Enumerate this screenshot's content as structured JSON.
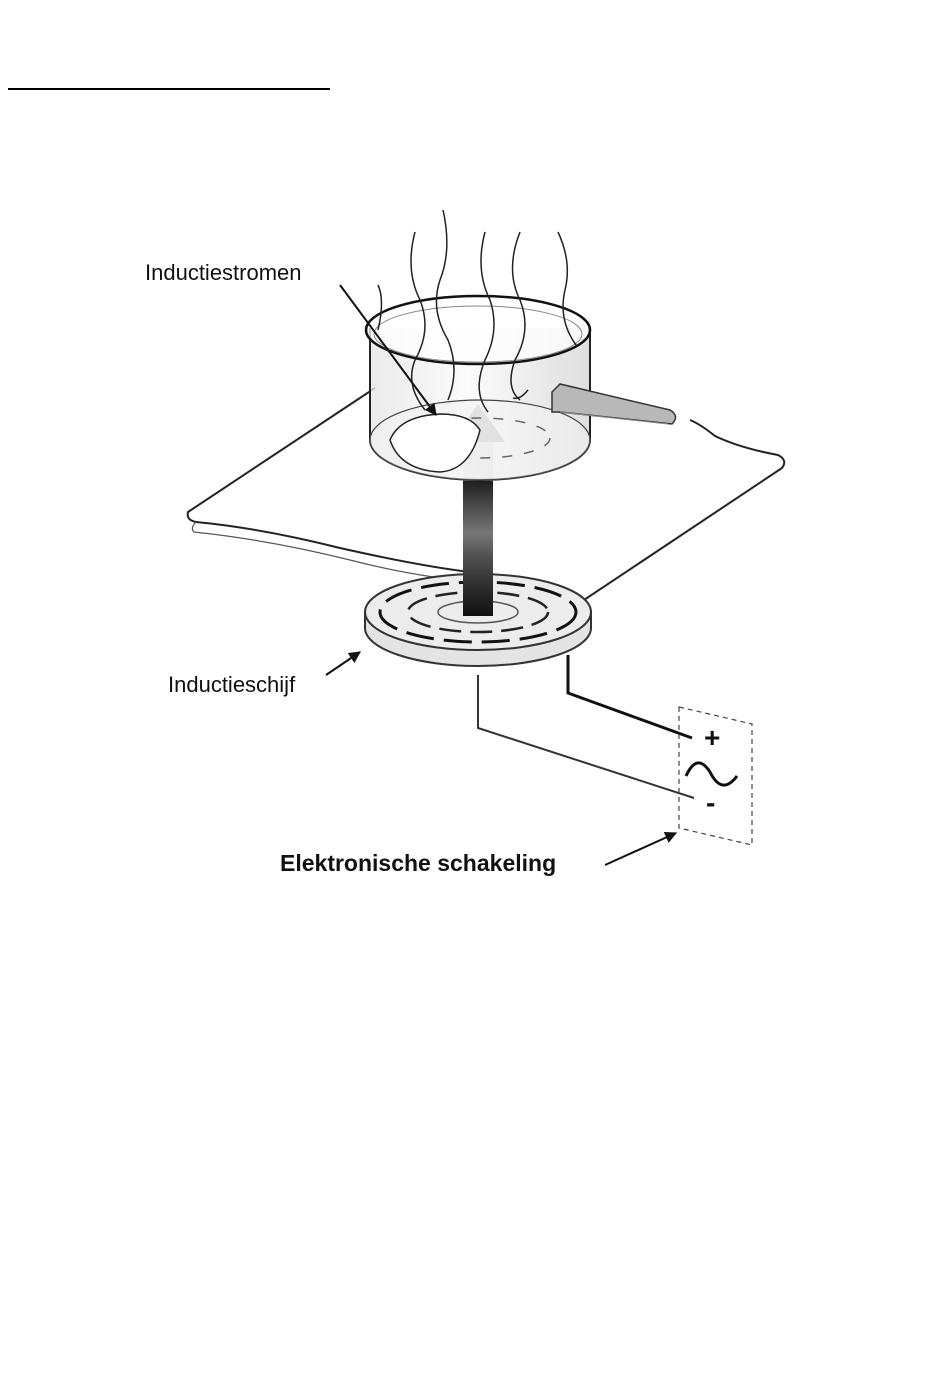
{
  "labels": {
    "eddy_currents": "Inductiestromen",
    "induction_coil": "Inductieschijf",
    "electronic_circuit": "Elektronische schakeling",
    "plus": "+",
    "minus": "-"
  }
}
